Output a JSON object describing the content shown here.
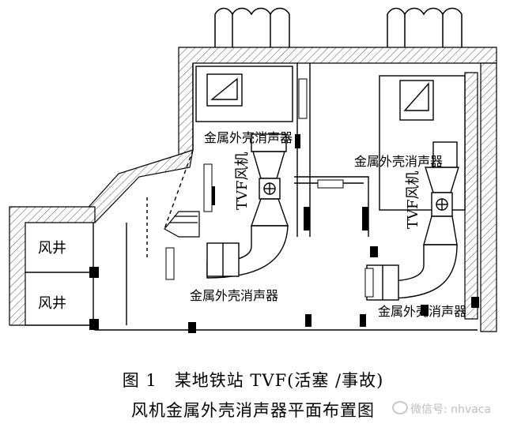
{
  "labels": {
    "muffler_top_left": "金属外壳消声器",
    "muffler_top_right": "金属外壳消声器",
    "muffler_bottom_left": "金属外壳消声器",
    "muffler_bottom_right": "金属外壳消声器",
    "tvf_fan_left": "TVF风机",
    "tvf_fan_right": "TVF风机",
    "shaft_upper": "风井",
    "shaft_lower": "风井"
  },
  "caption": {
    "line1": "图 1　某地铁站 TVF(活塞 /事故)",
    "line2": "风机金属外壳消声器平面布置图"
  },
  "watermark": "微信号: nhvaca"
}
